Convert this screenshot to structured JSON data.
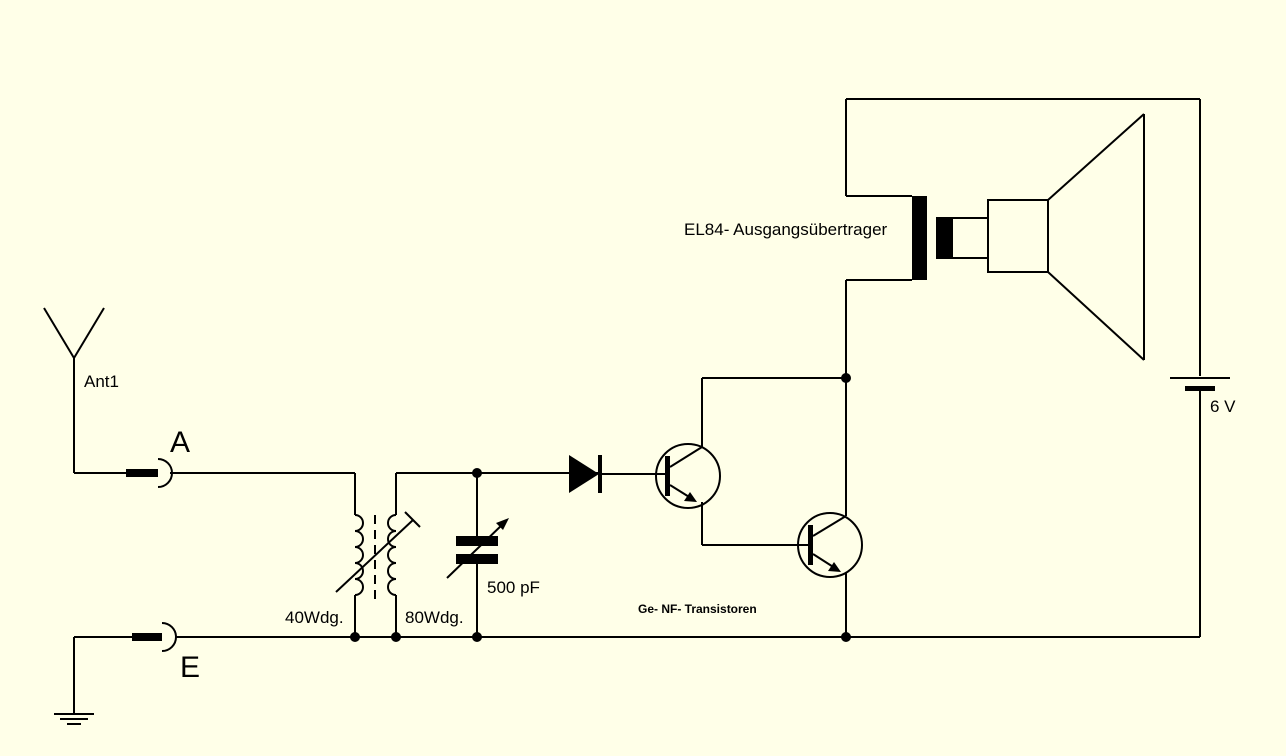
{
  "labels": {
    "antenna": "Ant1",
    "terminal_antenna": "A",
    "terminal_earth": "E",
    "coil_primary": "40Wdg.",
    "coil_secondary": "80Wdg.",
    "capacitor": "500 pF",
    "transistors": "Ge- NF- Transistoren",
    "transformer": "EL84- Ausgangsübertrager",
    "battery": "6 V"
  },
  "colors": {
    "background": "#ffffe8",
    "line": "#000000"
  }
}
